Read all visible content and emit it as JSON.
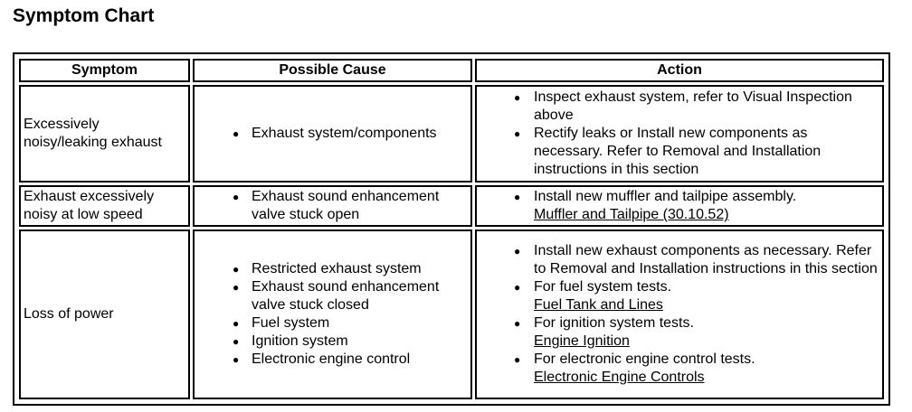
{
  "title": "Symptom Chart",
  "headers": {
    "symptom": "Symptom",
    "cause": "Possible Cause",
    "action": "Action"
  },
  "rows": [
    {
      "symptom": "Excessively noisy/leaking exhaust",
      "causes": [
        "Exhaust system/components"
      ],
      "actions": [
        {
          "text": "Inspect exhaust system, refer to Visual Inspection above",
          "link": ""
        },
        {
          "text": "Rectify leaks or Install new components as necessary. Refer to Removal and Installation instructions in this section",
          "link": ""
        }
      ]
    },
    {
      "symptom": "Exhaust excessively noisy at low speed",
      "causes": [
        "Exhaust sound enhancement valve stuck open"
      ],
      "actions": [
        {
          "text": "Install new muffler and tailpipe assembly.",
          "link": "Muffler and Tailpipe (30.10.52)"
        }
      ]
    },
    {
      "symptom": "Loss of power",
      "causes": [
        "Restricted exhaust system",
        "Exhaust sound enhancement valve stuck closed",
        "Fuel system",
        "Ignition system",
        "Electronic engine control"
      ],
      "actions": [
        {
          "text": "Install new exhaust components as necessary. Refer to Removal and Installation instructions in this section",
          "link": ""
        },
        {
          "text": "For fuel system tests.",
          "link": "Fuel Tank and Lines"
        },
        {
          "text": "For ignition system tests.",
          "link": "Engine Ignition"
        },
        {
          "text": "For electronic engine control tests.",
          "link": "Electronic Engine Controls"
        }
      ]
    }
  ]
}
